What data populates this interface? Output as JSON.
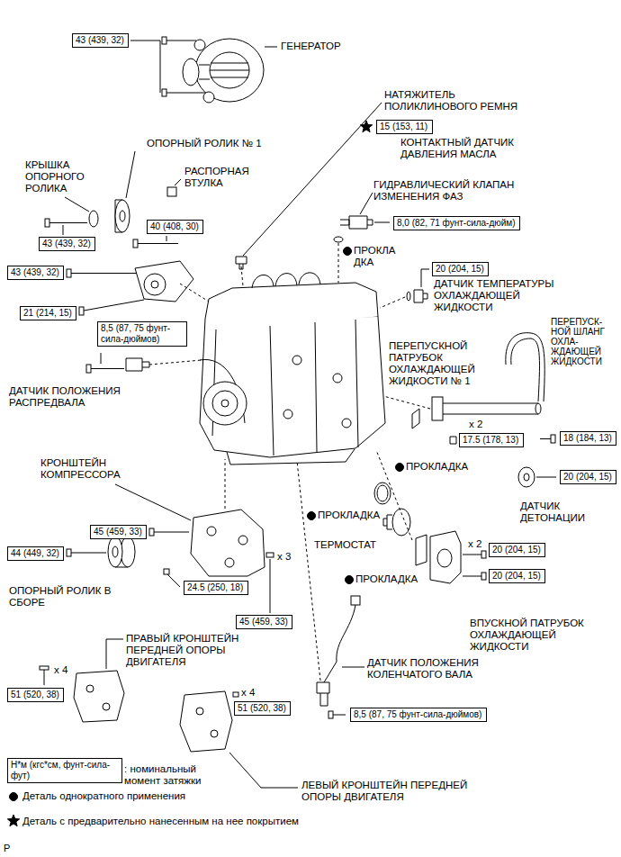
{
  "diagram": {
    "nodes": [
      {
        "text": [
          "43 (439, 32)"
        ]
      },
      {
        "text": [
          "15 (153, 11)"
        ]
      },
      {
        "text": [
          "8,0 (82, 71 фунт-сила-дюйм)"
        ]
      },
      {
        "text": [
          "20 (204, 15)"
        ]
      },
      {
        "text": [
          "43 (439, 32)"
        ]
      },
      {
        "text": [
          "40 (408, 30)"
        ]
      },
      {
        "text": [
          "43 (439, 32)"
        ]
      },
      {
        "text": [
          "21 (214, 15)"
        ]
      },
      {
        "text": [
          "8,5 (87, 75 фунт-сила-дюймов)"
        ]
      },
      {
        "text": [
          "17.5 (178, 13)"
        ]
      },
      {
        "text": [
          "18 (184, 13)"
        ]
      },
      {
        "text": [
          "20 (204, 15)"
        ]
      },
      {
        "text": [
          "45 (459, 33)"
        ]
      },
      {
        "text": [
          "44 (449, 32)"
        ]
      },
      {
        "text": [
          "24.5 (250, 18)"
        ]
      },
      {
        "text": [
          "45 (459, 33)"
        ]
      },
      {
        "text": [
          "20 (204, 15)"
        ]
      },
      {
        "text": [
          "20 (204, 15)"
        ]
      },
      {
        "text": [
          "51 (520, 38)"
        ]
      },
      {
        "text": [
          "51 (520, 38)"
        ]
      },
      {
        "text": [
          "8,5 (87, 75 фунт-сила-дюймов)"
        ]
      },
      {
        "text": [
          "Н*м (кгс*см, фунт-сила-фут)"
        ]
      }
    ],
    "labels": [
      "ГЕНЕРАТОР",
      "НАТЯЖИТЕЛЬ ПОЛИКЛИНОВОГО РЕМНЯ",
      "ОПОРНЫЙ РОЛИК № 1",
      "КОНТАКТНЫЙ ДАТЧИК ДАВЛЕНИЯ МАСЛА",
      "КРЫШКА ОПОРНОГО РОЛИКА",
      "РАСПОРНАЯ ВТУЛКА",
      "ГИДРАВЛИЧЕСКИЙ КЛАПАН ИЗМЕНЕНИЯ ФАЗ",
      "ПРОКЛА ДКА",
      "ДАТЧИК ТЕМПЕРАТУРЫ ОХЛАЖДАЮЩЕЙ ЖИДКОСТИ",
      "ПЕРЕПУСК- НОЙ ШЛАНГ ОХЛА- ЖДАЮЩЕЙ ЖИДКОСТИ",
      "ПЕРЕПУСКНОЙ ПАТРУБОК ОХЛАЖДАЮЩЕЙ ЖИДКОСТИ № 1",
      "ДАТЧИК ПОЛОЖЕНИЯ РАСПРЕДВАЛА",
      "x 2",
      "ПРОКЛАДКА",
      "КРОНШТЕЙН КОМПРЕССОРА",
      "ДАТЧИК ДЕТОНАЦИИ",
      "ПРОКЛАДКА",
      "ТЕРМОСТАТ",
      "x 3",
      "x 2",
      "ПРОКЛАДКА",
      "ОПОРНЫЙ РОЛИК В СБОРЕ",
      "ВПУСКНОЙ ПАТРУБОК ОХЛАЖДАЮЩЕЙ ЖИДКОСТИ",
      "ПРАВЫЙ КРОНШТЕЙН ПЕРЕДНЕЙ ОПОРЫ ДВИГАТЕЛЯ",
      "ДАТЧИК ПОЛОЖЕНИЯ КОЛЕНЧАТОГО ВАЛА",
      "x 4",
      "x 4",
      ": номинальный момент затяжки",
      "ЛЕВЫЙ КРОНШТЕЙН ПЕРЕДНЕЙ ОПОРЫ ДВИГАТЕЛЯ",
      "P"
    ],
    "legend": [
      {
        "text": "Деталь однократного применения"
      },
      {
        "text": "Деталь с предварительно нанесенным на нее покрытием"
      }
    ]
  }
}
